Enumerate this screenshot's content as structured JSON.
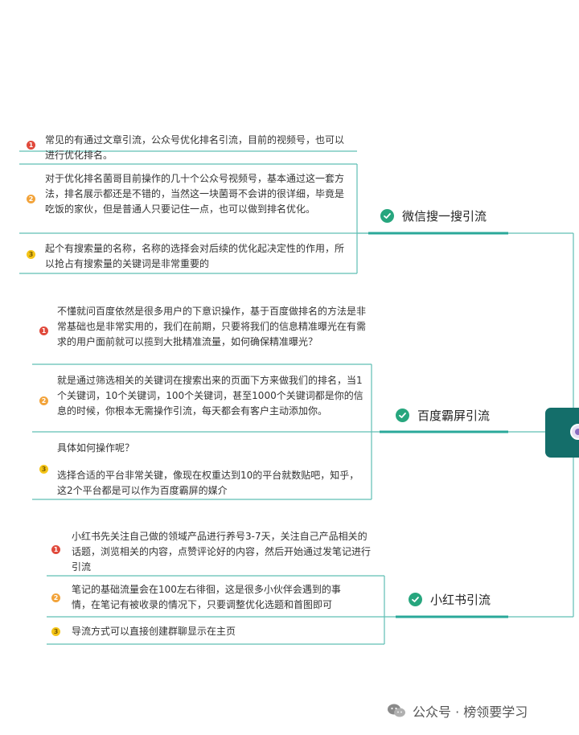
{
  "branches": [
    {
      "label": "微信搜一搜引流",
      "items": [
        {
          "num": "1",
          "text": "常见的有通过文章引流，公众号优化排名引流，目前的视频号，也可以进行优化排名。"
        },
        {
          "num": "2",
          "text": "对于优化排名菌哥目前操作的几十个公众号视频号，基本通过这一套方法，排名展示都还是不错的，当然这一块菌哥不会讲的很详细，毕竟是吃饭的家伙，但是普通人只要记住一点，也可以做到排名优化。"
        },
        {
          "num": "3",
          "text": "起个有搜索量的名称，名称的选择会对后续的优化起决定性的作用，所以抢占有搜索量的关键词是非常重要的"
        }
      ]
    },
    {
      "label": "百度霸屏引流",
      "items": [
        {
          "num": "1",
          "text": "不懂就问百度依然是很多用户的下意识操作，基于百度做排名的方法是非常基础也是非常实用的，我们在前期，只要将我们的信息精准曝光在有需求的用户面前就可以揽到大批精准流量，如何确保精准曝光？"
        },
        {
          "num": "2",
          "text": "就是通过筛选相关的关键词在搜索出来的页面下方来做我们的排名，当1个关键词，10个关键词，100个关键词，甚至1000个关键词都是你的信息的时候，你根本无需操作引流，每天都会有客户主动添加你。"
        },
        {
          "num": "3",
          "text_a": "具体如何操作呢？",
          "text_b": "选择合适的平台非常关键，像现在权重达到10的平台就数贴吧，知乎，这2个平台都是可以作为百度霸屏的媒介"
        }
      ]
    },
    {
      "label": "小红书引流",
      "items": [
        {
          "num": "1",
          "text": "小红书先关注自己做的领域产品进行养号3-7天，关注自己产品相关的话题，浏览相关的内容，点赞评论好的内容，然后开始通过发笔记进行引流"
        },
        {
          "num": "2",
          "text": "笔记的基础流量会在100左右徘徊，这是很多小伙伴会遇到的事情，在笔记有被收录的情况下，只要调整优化选题和首图即可"
        },
        {
          "num": "3",
          "text": "导流方式可以直接创建群聊显示在主页"
        }
      ]
    }
  ],
  "watermark": {
    "text": "公众号 · 榜领要学习"
  }
}
